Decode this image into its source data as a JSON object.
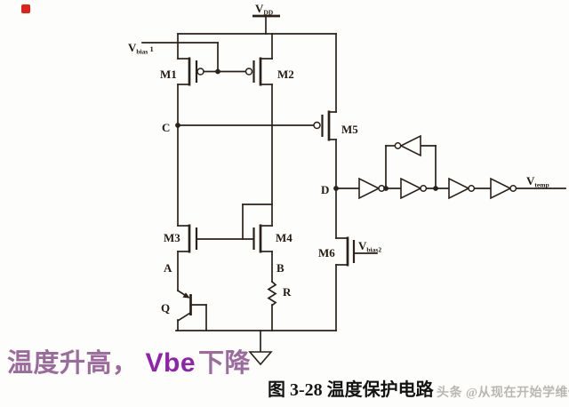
{
  "colors": {
    "background": "#fdfdfb",
    "line": "#2b2118",
    "annotation_text": "#9c6b9e",
    "annotation_vbe": "#8e24aa",
    "caption": "#141414",
    "watermark": "#b3b0ac",
    "red_dot": "#e02318"
  },
  "schematic": {
    "power_label": {
      "base": "V",
      "sub": "DD"
    },
    "bias1_label": {
      "base": "V",
      "sub": "bias",
      "num": " 1"
    },
    "bias2_label": {
      "base": "V",
      "sub": "bias2"
    },
    "output_label": {
      "base": "V",
      "sub": "temp"
    },
    "transistor_labels": {
      "m1": "M1",
      "m2": "M2",
      "m3": "M3",
      "m4": "M4",
      "m5": "M5",
      "m6": "M6"
    },
    "node_labels": {
      "a": "A",
      "b": "B",
      "c": "C",
      "d": "D"
    },
    "resistor_label": "R",
    "bjt_label": "Q"
  },
  "annotation": {
    "prefix": "温度升高，",
    "highlight": "Vbe",
    "suffix": "下降"
  },
  "caption": "图 3-28 温度保护电路",
  "watermark": "头条 @从现在开始学维修"
}
